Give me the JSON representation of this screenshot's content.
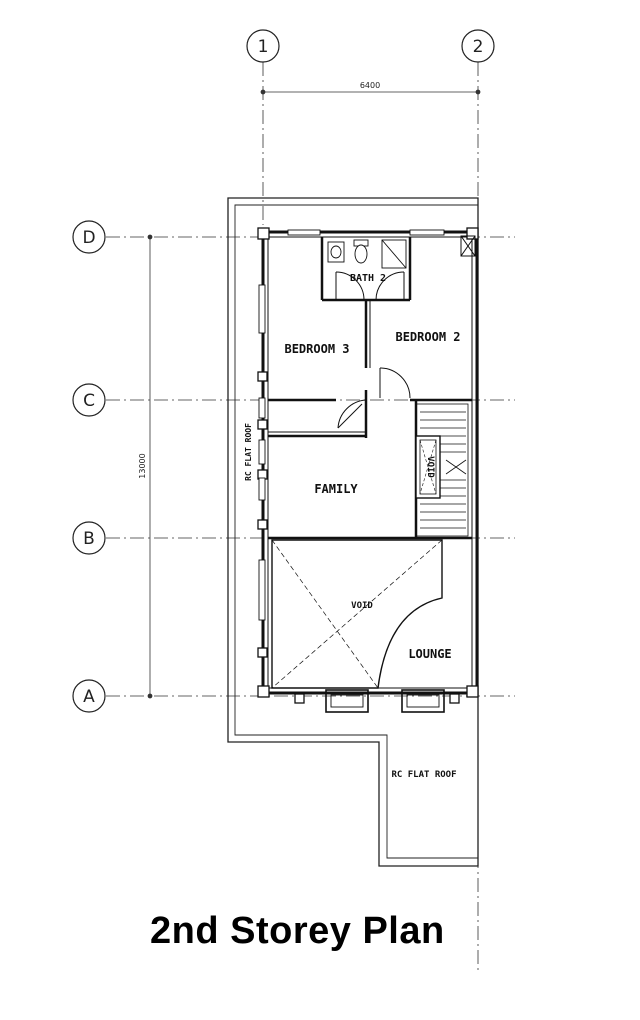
{
  "title": "2nd Storey Plan",
  "grid": {
    "columns": [
      "1",
      "2"
    ],
    "rows": [
      "D",
      "C",
      "B",
      "A"
    ]
  },
  "dimensions": {
    "horizontal": "6400",
    "vertical": "13000"
  },
  "rooms": {
    "bath": "BATH 2",
    "bedroom2": "BEDROOM 2",
    "bedroom3": "BEDROOM 3",
    "family": "FAMILY",
    "void_stair": "VOID",
    "void_main": "VOID",
    "lounge": "LOUNGE",
    "roof_side": "RC FLAT ROOF",
    "roof_bottom": "RC FLAT ROOF"
  }
}
